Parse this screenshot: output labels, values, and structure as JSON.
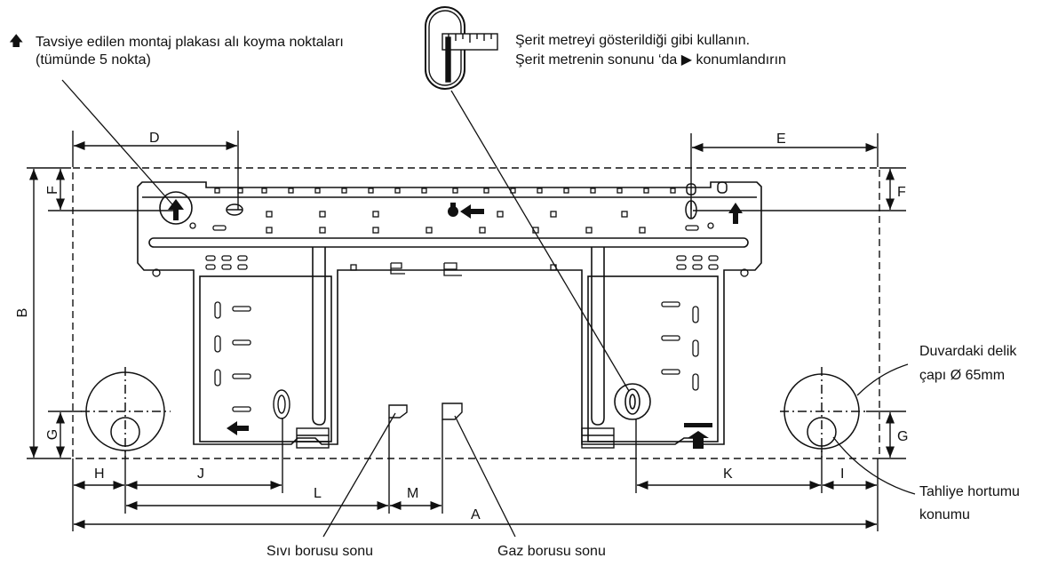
{
  "legend": {
    "arrow_glyph": "🡅",
    "line1": "Tavsiye edilen montaj plakası alı koyma noktaları",
    "line2": "(tümünde 5 nokta)"
  },
  "tape": {
    "line1": "Şerit metreyi gösterildiği gibi kullanın.",
    "line2": "Şerit metrenin sonunu ‘da ▶ konumlandırın"
  },
  "callouts": {
    "wall_hole_1": "Duvardaki delik",
    "wall_hole_2": "çapı Ø 65mm",
    "drain_1": "Tahliye hortumu",
    "drain_2": "konumu",
    "liquid_pipe": "Sıvı borusu sonu",
    "gas_pipe": "Gaz borusu sonu"
  },
  "dimensions": {
    "A": "A",
    "B": "B",
    "D": "D",
    "E": "E",
    "F": "F",
    "G": "G",
    "H": "H",
    "I": "I",
    "J": "J",
    "K": "K",
    "L": "L",
    "M": "M"
  }
}
